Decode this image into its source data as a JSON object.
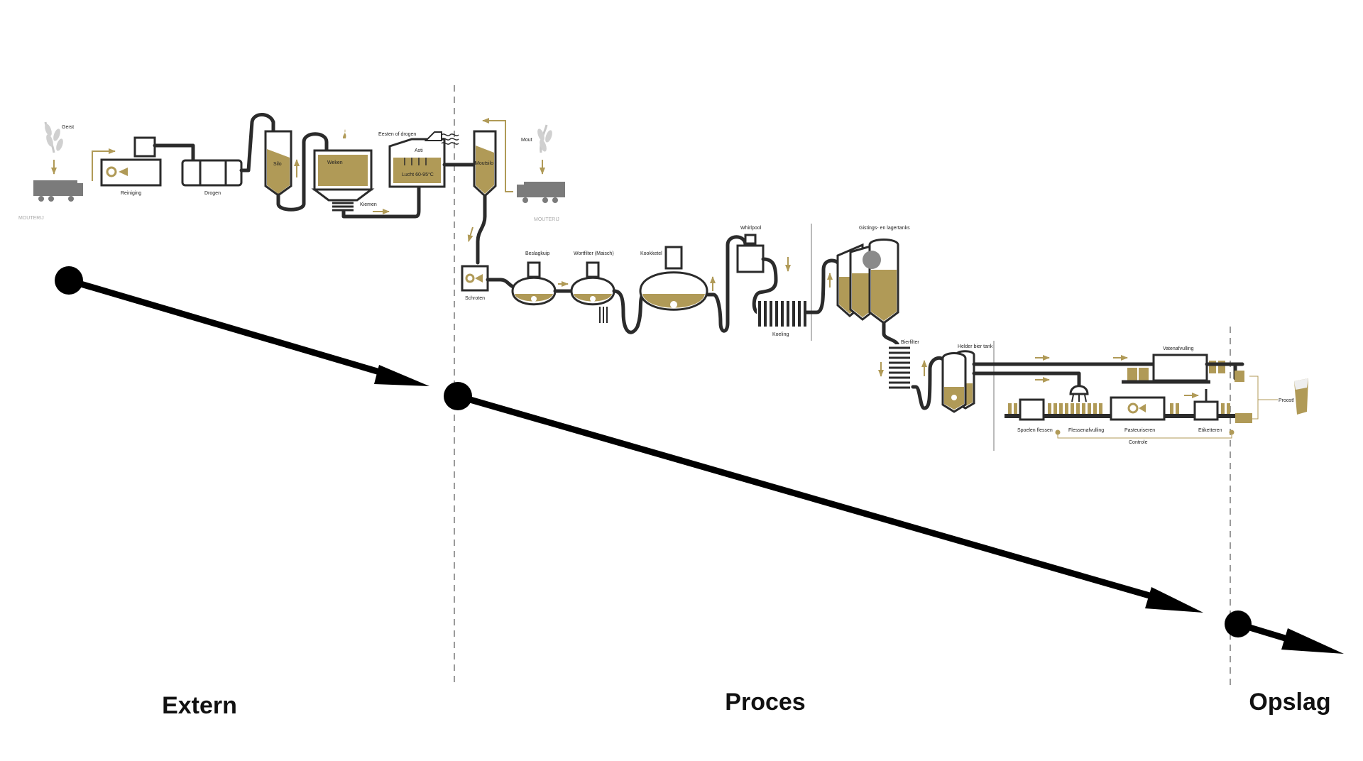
{
  "sections": {
    "extern": "Extern",
    "proces": "Proces",
    "opslag": "Opslag"
  },
  "labels": {
    "gerst": "Gerst",
    "mouterij_left": "MOUTERIJ",
    "reiniging": "Reiniging",
    "drogen": "Drogen",
    "silo": "Silo",
    "weken": "Weken",
    "kiemen": "Kiemen",
    "eesten": "Eesten of drogen",
    "asti": "Asti",
    "lucht": "Lucht 60-95°C",
    "moutsilo": "Moutsilo",
    "mout": "Mout",
    "mouterij_right": "MOUTERIJ",
    "schroten": "Schroten",
    "beslagkuip": "Beslagkuip",
    "wortfilter": "Wortfilter (Maisch)",
    "kookketel": "Kookketel",
    "whirlpool": "Whirlpool",
    "koeling": "Koeling",
    "gisting": "Gistings- en lagertanks",
    "bierfilter": "Bierfilter",
    "helder_bier_tank": "Helder bier tank",
    "vatenafvulling": "Vatenafvulling",
    "spoelen": "Spoelen flessen",
    "flessenafvulling": "Flessenafvulling",
    "pasteuriseren": "Pasteuriseren",
    "etiketteren": "Etiketteren",
    "controle": "Controle",
    "pinguin": "Proost!"
  },
  "colors": {
    "gold": "#b09a57",
    "pipe": "#2b2b2b",
    "arrow": "#000000",
    "divider": "#9a9a9a"
  }
}
